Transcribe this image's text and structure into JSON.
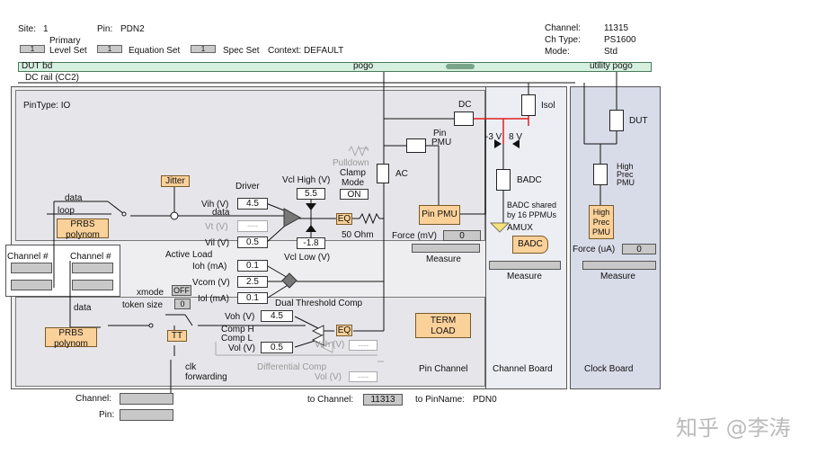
{
  "header": {
    "site_label": "Site:",
    "site_value": "1",
    "pin_label": "Pin:",
    "pin_value": "PDN2",
    "primary_level_set": "Primary\nLevel Set",
    "primary_level_set_line1": "Primary",
    "primary_level_set_line2": "Level Set",
    "equation_set": "Equation Set",
    "spec_set": "Spec Set",
    "set_value": "1",
    "context": "Context:  DEFAULT",
    "channel_label": "Channel:",
    "channel_value": "11315",
    "chtype_label": "Ch Type:",
    "chtype_value": "PS1600",
    "mode_label": "Mode:",
    "mode_value": "Std"
  },
  "bus": {
    "dut_bd": "DUT bd",
    "pogo": "pogo",
    "utility_pogo": "utility pogo",
    "dc_rail": "DC rail (CC2)"
  },
  "pin_channel": {
    "pintype": "PinType: IO",
    "jitter": "Jitter",
    "driver": "Driver",
    "data": "data",
    "loop": "loop",
    "prbs": "PRBS\npolynom",
    "prbs_l1": "PRBS",
    "prbs_l2": "polynom",
    "vih_label": "Vih (V)",
    "vih_value": "4.5",
    "vt_label": "Vt (V)",
    "vt_value": "----",
    "vil_label": "Vil (V)",
    "vil_value": "0.5",
    "data2": "data",
    "vcl_high_label": "Vcl High (V)",
    "vcl_high_value": "5.5",
    "clamp_mode_l1": "Clamp",
    "clamp_mode_l2": "Mode",
    "clamp_mode_value": "ON",
    "pulldown": "Pulldown",
    "ac": "AC",
    "eq": "EQ",
    "ohm": "50 Ohm",
    "vcl_low_value": "-1.8",
    "vcl_low_label": "Vcl Low (V)",
    "active_load": "Active Load",
    "ioh_label": "Ioh (mA)",
    "ioh_value": "0.1",
    "vcom_label": "Vcom (V)",
    "vcom_value": "2.5",
    "iol_label": "Iol (mA)",
    "iol_value": "0.1",
    "dual_threshold": "Dual Threshold Comp",
    "xmode_label": "xmode",
    "xmode_value": "OFF",
    "token_label": "token size",
    "token_value": "0",
    "channel_hash": "Channel #",
    "data3": "data",
    "tt": "TT",
    "clk_fwd_l1": "clk",
    "clk_fwd_l2": "forwarding",
    "voh_label": "Voh (V)",
    "voh_value": "4.5",
    "comp_h": "Comp H",
    "comp_l": "Comp L",
    "vol_label": "Vol (V)",
    "vol_value": "0.5",
    "voh2_label": "Voh (V)",
    "voh2_value": "----",
    "diff_comp": "Differential Comp",
    "vol2_label": "Vol (V)",
    "vol2_value": "----",
    "term_load_l1": "TERM",
    "term_load_l2": "LOAD",
    "title": "Pin Channel",
    "dc": "DC",
    "pin_pmu_l1": "Pin",
    "pin_pmu_l2": "PMU",
    "pin_pmu_box": "Pin PMU",
    "force_mv_label": "Force (mV)",
    "force_mv_value": "0",
    "measure": "Measure"
  },
  "channel_board": {
    "isol": "Isol",
    "neg3v": "-3 V",
    "pos8v": "8 V",
    "badc": "BADC",
    "badc_shared_l1": "BADC shared",
    "badc_shared_l2": "by 16 PPMUs",
    "amux": "AMUX",
    "badc_box": "BADC",
    "measure": "Measure",
    "title": "Channel Board"
  },
  "clock_board": {
    "dut": "DUT",
    "high_prec_pmu_l1": "High",
    "high_prec_pmu_l2": "Prec",
    "high_prec_pmu_l3": "PMU",
    "force_ua_label": "Force (uA)",
    "force_ua_value": "0",
    "measure": "Measure",
    "title": "Clock Board"
  },
  "footer": {
    "channel_label": "Channel:",
    "pin_label": "Pin:",
    "to_channel_label": "to Channel:",
    "to_channel_value": "11313",
    "to_pinname_label": "to PinName:",
    "to_pinname_value": "PDN0"
  },
  "watermark": "知乎 @李涛",
  "colors": {
    "orange": "#fbd19a",
    "bus_green": "#d6f0e0",
    "red_wire": "#e02020"
  }
}
